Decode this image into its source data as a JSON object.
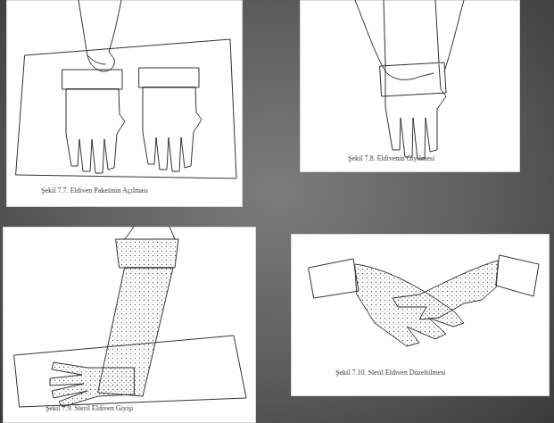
{
  "diagram": {
    "nodes": [
      {
        "text": [
          "Şekil 7.7. Eldiven Paketinin Açılması"
        ]
      },
      {
        "text": [
          "Şekil 7.8. Eldivenin Giyilmesi"
        ]
      },
      {
        "text": [
          "Şekil 7.9. Steril Eldiven Giyişi"
        ]
      },
      {
        "text": [
          "Şekil 7.10. Steril Eldiven Düzeltilmesi"
        ]
      }
    ]
  }
}
